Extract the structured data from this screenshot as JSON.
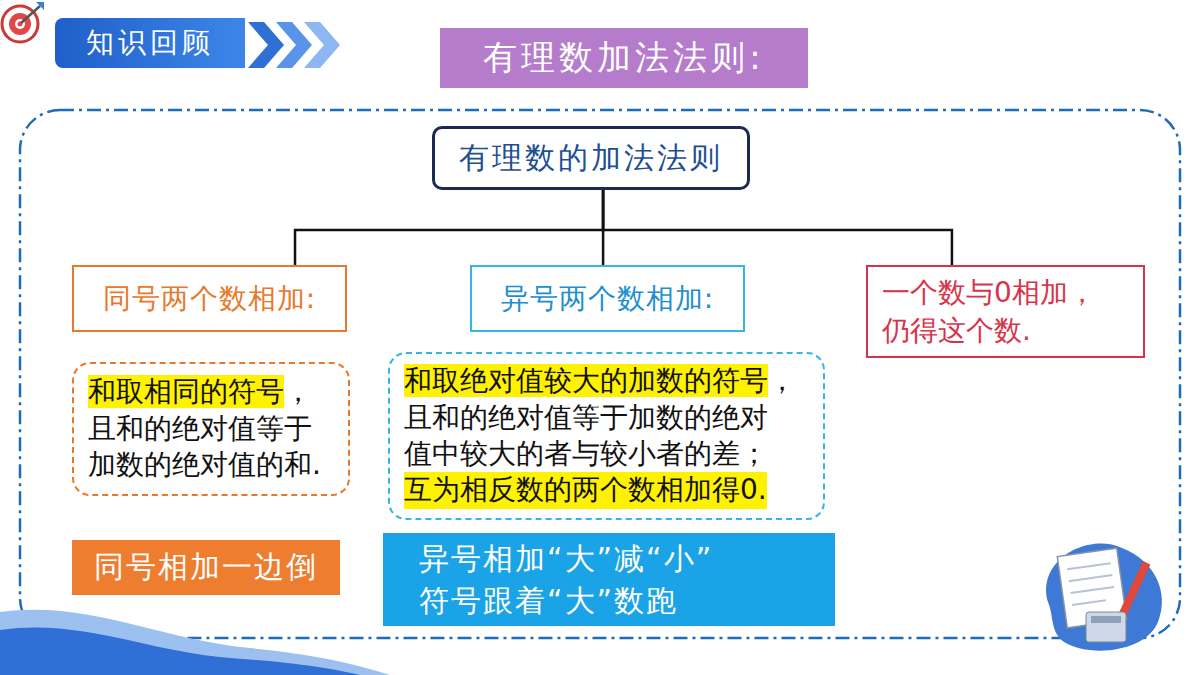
{
  "diagram": {
    "title": "有理数加法法则:",
    "nodes": [
      {
        "text": [
          "知识回顾"
        ]
      },
      {
        "text": [
          "有理数的加法法则"
        ]
      },
      {
        "text": [
          "同号两个数相加:"
        ]
      },
      {
        "text": [
          "异号两个数相加:"
        ]
      },
      {
        "text": [
          "一个数与0相加， 仍得这个数."
        ]
      },
      {
        "text": [
          "和取相同的符号",
          "， 且和的绝对值等于 加数的绝对值的和."
        ]
      },
      {
        "text": [
          "和取绝对值较大的加数的符号",
          "， 且和的绝对值等于加数的绝对 值中较大的者与较小者的差；",
          "互为相反数的两个数相加得0."
        ]
      },
      {
        "text": [
          "同号相加一边倒"
        ]
      },
      {
        "text": [
          "异号相加“大”减“小” 符号跟着“大”数跑"
        ]
      }
    ],
    "edges": [
      {
        "from": 1,
        "to": 2,
        "arrow": "none"
      },
      {
        "from": 1,
        "to": 3,
        "arrow": "none"
      },
      {
        "from": 1,
        "to": 4,
        "arrow": "none"
      }
    ]
  }
}
